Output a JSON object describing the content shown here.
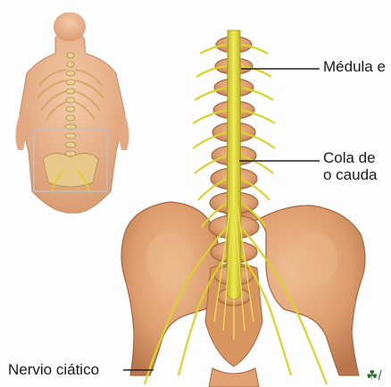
{
  "labels": {
    "medula": "Médula e",
    "cola_line1": "Cola de",
    "cola_line2": "o cauda",
    "nervio": "Nervio ciático"
  },
  "mark": "☘/",
  "colors": {
    "nerve": "#d9d32a",
    "bone": "#e1a173",
    "skin": "#e8b08a",
    "inset_frame": "#c0c0c0",
    "leader": "#222222"
  }
}
